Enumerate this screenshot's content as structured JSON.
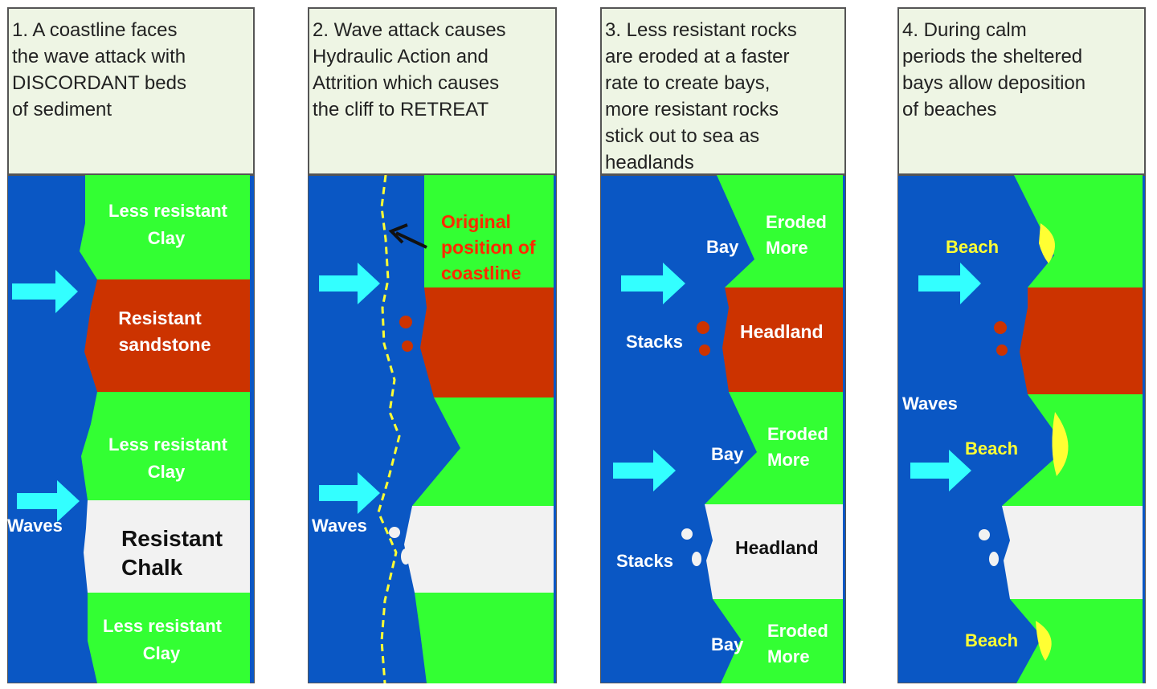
{
  "panels": [
    {
      "caption": "1.  A coastline faces\nthe wave attack with\nDISCORDANT  beds\nof sediment"
    },
    {
      "caption": "2. Wave attack causes\nHydraulic  Action and\nAttrition which causes\nthe cliff to RETREAT"
    },
    {
      "caption": "3. Less resistant rocks\nare eroded at a faster\nrate to create bays,\nmore resistant rocks\nstick out to sea as\nheadlands"
    },
    {
      "caption": "4.  During calm\nperiods the sheltered\nbays allow deposition\nof beaches"
    }
  ],
  "labels": {
    "less_resistant_1": "Less resistant",
    "clay": "Clay",
    "resistant": "Resistant",
    "sandstone": "sandstone",
    "less_resistant_2": "Less resistant",
    "chalk_resistant": "Resistant",
    "chalk": "Chalk",
    "less_resistant_3": "Less resistant",
    "waves": "Waves",
    "original_1": "Original",
    "original_2": "position of",
    "original_3": "coastline",
    "bay": "Bay",
    "eroded": "Eroded",
    "more": "More",
    "stacks": "Stacks",
    "headland": "Headland",
    "beach": "Beach"
  },
  "colors": {
    "sea": "#0a57c4",
    "clay": "#33ff33",
    "sandstone": "#cc3300",
    "chalk": "#f2f2f2",
    "arrow": "#33ffff",
    "beach": "#ffff33",
    "original_line": "#ffff33",
    "original_text": "#ff2a00"
  }
}
